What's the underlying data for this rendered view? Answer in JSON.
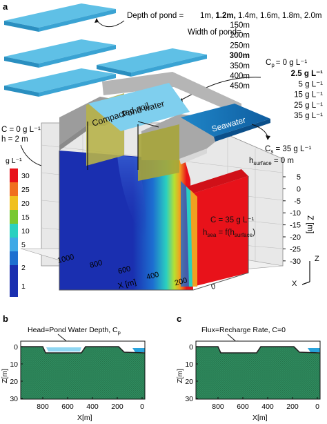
{
  "panel_a": {
    "label": "a",
    "pond_depth_label": "Depth of pond = ",
    "pond_depths": [
      "1m",
      "1.2m",
      "1.4m",
      "1.6m",
      "1.8m",
      "2.0m"
    ],
    "pond_depth_selected": "1.2m",
    "pond_width_label": "Width of pond=",
    "pond_widths": [
      "150m",
      "200m",
      "250m",
      "300m",
      "350m",
      "400m",
      "450m"
    ],
    "pond_width_selected": "300m",
    "cp_label": "C",
    "cp_label_sub": "p",
    "cp_values": [
      "= 0 g L⁻¹",
      "2.5 g L⁻¹",
      "5 g L⁻¹",
      "15 g L⁻¹",
      "25 g L⁻¹",
      "35 g L⁻¹"
    ],
    "left_c": "C = 0 g L⁻¹",
    "left_h": "h = 2 m",
    "compacted_soil": "Compacted soil",
    "pond_water": "Pond water",
    "seawater": "Seawater",
    "cs": "C",
    "cs_sub": "s",
    "cs_val": " = 35 g L⁻¹",
    "hsurface": "h",
    "hsurface_sub": "surface",
    "hsurface_val": " = 0 m",
    "inner_c": "C = 35 g L⁻¹",
    "inner_h_pre": "h",
    "inner_h_sub": "sea",
    "inner_h_post": " = f(h",
    "inner_h_sub2": "surface",
    "inner_h_end": ")",
    "colorbar_title": "g L⁻¹",
    "colorbar_ticks": [
      "30",
      "25",
      "20",
      "15",
      "10",
      "5",
      "2",
      "1"
    ],
    "z_ticks": [
      "5",
      "0",
      "-5",
      "-10",
      "-15",
      "-20",
      "-25",
      "-30"
    ],
    "z_axis_label": "Z [m]",
    "x_ticks": [
      "1000",
      "800",
      "600",
      "400",
      "200",
      "0"
    ],
    "x_axis_label": "X [m]",
    "triad_z": "Z",
    "triad_x": "X"
  },
  "panel_b": {
    "label": "b",
    "annotation": "Head=Pond Water Depth, C",
    "annotation_sub": "p",
    "y_ticks": [
      "0",
      "10",
      "20",
      "30"
    ],
    "y_label": "Z[m]",
    "x_ticks": [
      "800",
      "600",
      "400",
      "200",
      "0"
    ],
    "x_label": "X[m]"
  },
  "panel_c": {
    "label": "c",
    "annotation": "Flux=Recharge Rate, C=0",
    "y_ticks": [
      "0",
      "10",
      "20",
      "30"
    ],
    "y_label": "Z[m]",
    "x_ticks": [
      "800",
      "600",
      "400",
      "200",
      "0"
    ],
    "x_label": "X[m]"
  },
  "colors": {
    "pond_slab": "#5fc0e6",
    "pond_slab_dark": "#2a8fc0",
    "domain_blue": "#1a2fb0",
    "seawater_red": "#e8121a",
    "compacted_soil": "#a6a43a",
    "grey_slab": "#a8a8a8",
    "mesh_green": "#2f8a5e"
  }
}
